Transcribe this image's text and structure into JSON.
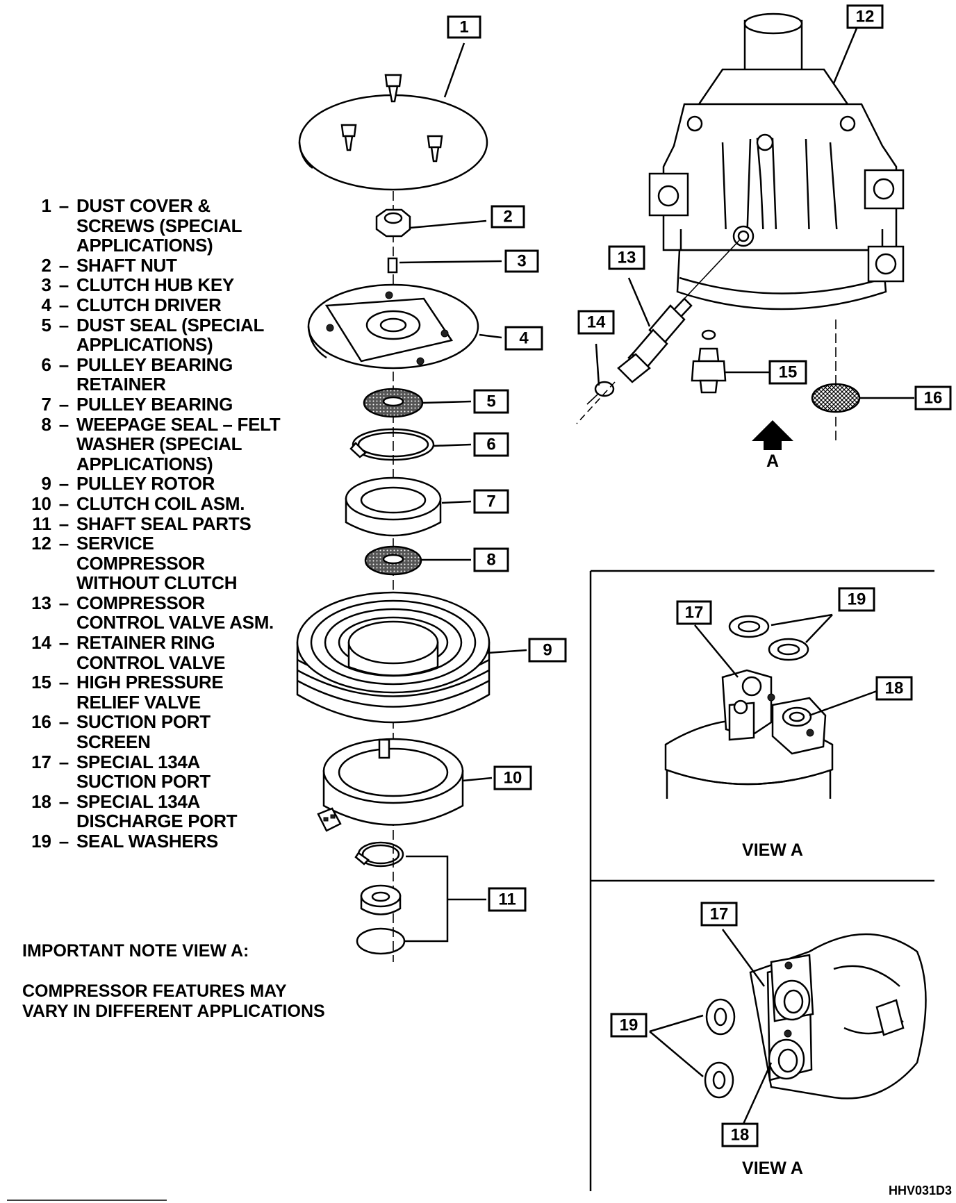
{
  "legend": [
    {
      "num": "1",
      "text": "DUST COVER &\n SCREWS (SPECIAL\n APPLICATIONS)"
    },
    {
      "num": "2",
      "text": "SHAFT NUT"
    },
    {
      "num": "3",
      "text": "CLUTCH HUB KEY"
    },
    {
      "num": "4",
      "text": "CLUTCH DRIVER"
    },
    {
      "num": "5",
      "text": "DUST SEAL (SPECIAL\nAPPLICATIONS)"
    },
    {
      "num": "6",
      "text": "PULLEY BEARING\nRETAINER"
    },
    {
      "num": "7",
      "text": "PULLEY BEARING"
    },
    {
      "num": "8",
      "text": "WEEPAGE SEAL – FELT\nWASHER (SPECIAL\nAPPLICATIONS)"
    },
    {
      "num": "9",
      "text": "PULLEY ROTOR"
    },
    {
      "num": "10",
      "text": "CLUTCH COIL ASM."
    },
    {
      "num": "11",
      "text": "SHAFT SEAL PARTS"
    },
    {
      "num": "12",
      "text": "SERVICE\nCOMPRESSOR\nWITHOUT CLUTCH"
    },
    {
      "num": "13",
      "text": "COMPRESSOR\nCONTROL VALVE ASM."
    },
    {
      "num": "14",
      "text": "RETAINER RING\nCONTROL VALVE"
    },
    {
      "num": "15",
      "text": "HIGH PRESSURE\nRELIEF VALVE"
    },
    {
      "num": "16",
      "text": "SUCTION PORT\nSCREEN"
    },
    {
      "num": "17",
      "text": "SPECIAL 134A\nSUCTION PORT"
    },
    {
      "num": "18",
      "text": "SPECIAL 134A\nDISCHARGE PORT"
    },
    {
      "num": "19",
      "text": "SEAL WASHERS"
    }
  ],
  "note": {
    "title": "IMPORTANT NOTE VIEW A:",
    "body": "COMPRESSOR FEATURES MAY\nVARY IN DIFFERENT APPLICATIONS"
  },
  "views": {
    "arrow_label": "A",
    "view_a_top": "VIEW  A",
    "view_a_bottom": "VIEW  A"
  },
  "callouts": {
    "c1": "1",
    "c2": "2",
    "c3": "3",
    "c4": "4",
    "c5": "5",
    "c6": "6",
    "c7": "7",
    "c8": "8",
    "c9": "9",
    "c10": "10",
    "c11": "11",
    "c12": "12",
    "c13": "13",
    "c14": "14",
    "c15": "15",
    "c16": "16",
    "c17a": "17",
    "c18a": "18",
    "c19a": "19",
    "c17b": "17",
    "c18b": "18",
    "c19b": "19"
  },
  "drawing_code": "HHV031D3",
  "icons": [
    "view-arrow-icon"
  ]
}
